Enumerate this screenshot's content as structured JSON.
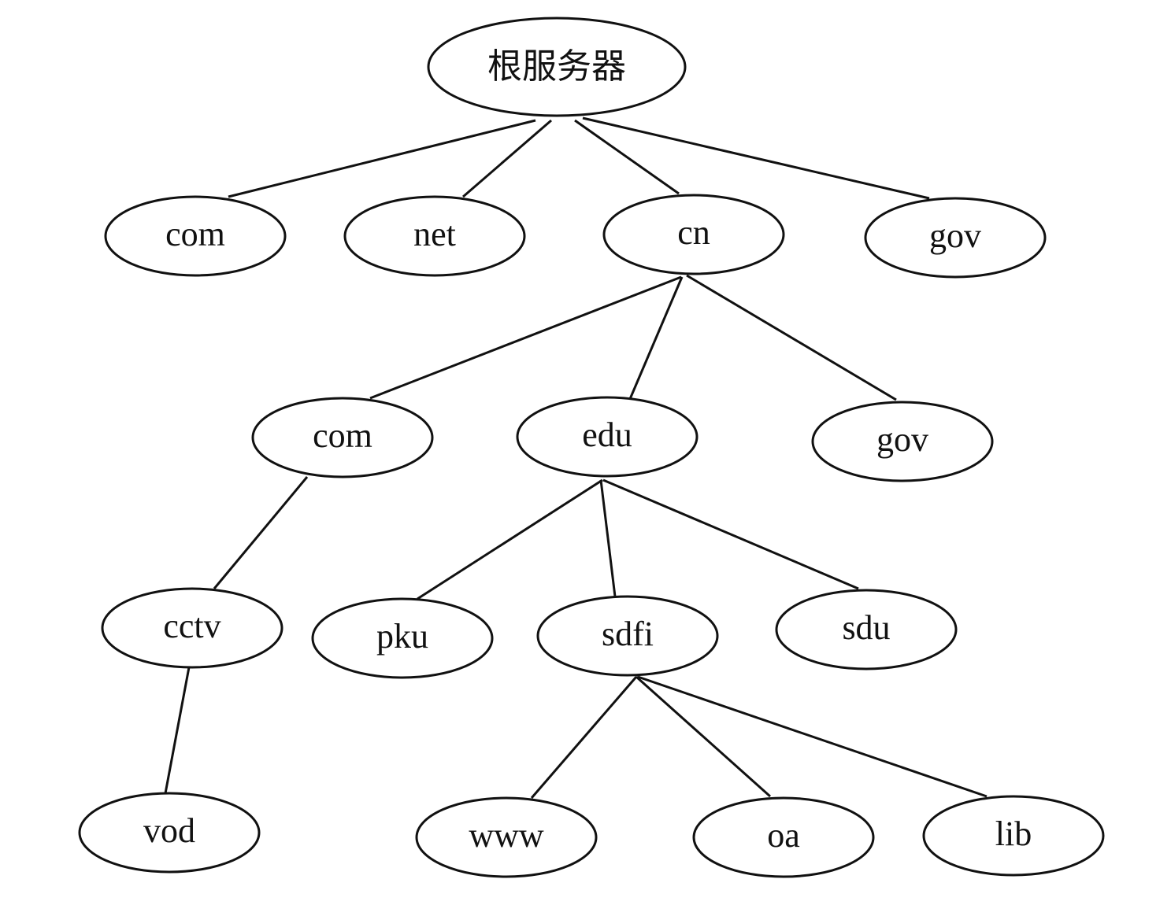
{
  "diagram": {
    "type": "tree",
    "nodes": [
      {
        "id": "root",
        "label": "根服务器"
      },
      {
        "id": "com1",
        "label": "com"
      },
      {
        "id": "net",
        "label": "net"
      },
      {
        "id": "cn",
        "label": "cn"
      },
      {
        "id": "gov1",
        "label": "gov"
      },
      {
        "id": "com2",
        "label": "com"
      },
      {
        "id": "edu",
        "label": "edu"
      },
      {
        "id": "gov2",
        "label": "gov"
      },
      {
        "id": "cctv",
        "label": "cctv"
      },
      {
        "id": "pku",
        "label": "pku"
      },
      {
        "id": "sdfi",
        "label": "sdfi"
      },
      {
        "id": "sdu",
        "label": "sdu"
      },
      {
        "id": "vod",
        "label": "vod"
      },
      {
        "id": "www",
        "label": "www"
      },
      {
        "id": "oa",
        "label": "oa"
      },
      {
        "id": "lib",
        "label": "lib"
      }
    ],
    "edges": [
      [
        "root",
        "com1"
      ],
      [
        "root",
        "net"
      ],
      [
        "root",
        "cn"
      ],
      [
        "root",
        "gov1"
      ],
      [
        "cn",
        "com2"
      ],
      [
        "cn",
        "edu"
      ],
      [
        "cn",
        "gov2"
      ],
      [
        "com2",
        "cctv"
      ],
      [
        "edu",
        "pku"
      ],
      [
        "edu",
        "sdfi"
      ],
      [
        "edu",
        "sdu"
      ],
      [
        "cctv",
        "vod"
      ],
      [
        "sdfi",
        "www"
      ],
      [
        "sdfi",
        "oa"
      ],
      [
        "sdfi",
        "lib"
      ]
    ]
  }
}
